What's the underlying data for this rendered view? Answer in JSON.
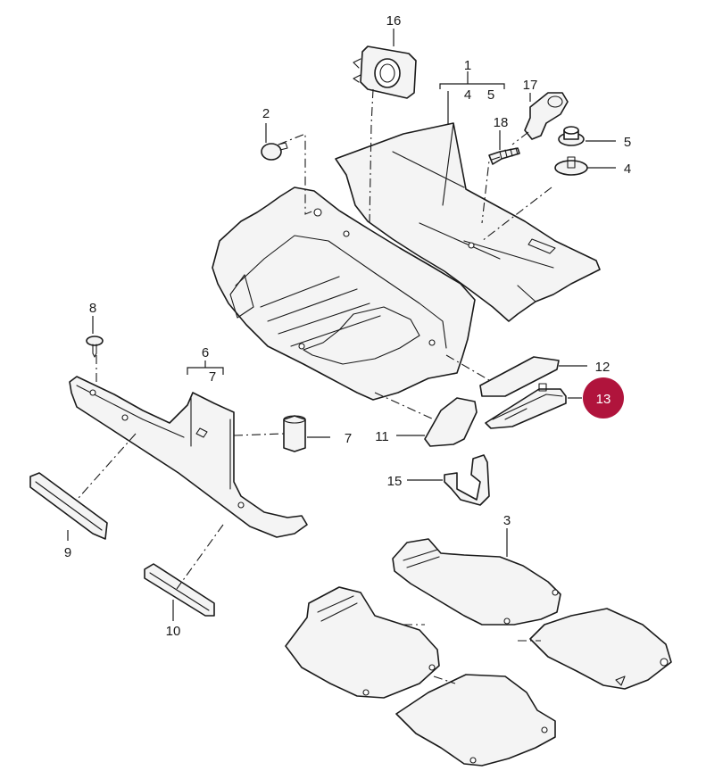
{
  "diagram": {
    "callouts": [
      {
        "id": "c16",
        "label": "16"
      },
      {
        "id": "c1",
        "label": "1"
      },
      {
        "id": "c1-4",
        "label": "4"
      },
      {
        "id": "c1-5",
        "label": "5"
      },
      {
        "id": "c17",
        "label": "17"
      },
      {
        "id": "c2",
        "label": "2"
      },
      {
        "id": "c18",
        "label": "18"
      },
      {
        "id": "c5",
        "label": "5"
      },
      {
        "id": "c4",
        "label": "4"
      },
      {
        "id": "c8",
        "label": "8"
      },
      {
        "id": "c6",
        "label": "6"
      },
      {
        "id": "c6-7",
        "label": "7"
      },
      {
        "id": "c12",
        "label": "12"
      },
      {
        "id": "c13",
        "label": "13"
      },
      {
        "id": "c7",
        "label": "7"
      },
      {
        "id": "c11",
        "label": "11"
      },
      {
        "id": "c15",
        "label": "15"
      },
      {
        "id": "c9",
        "label": "9"
      },
      {
        "id": "c3",
        "label": "3"
      },
      {
        "id": "c10",
        "label": "10"
      }
    ],
    "highlight": {
      "label": "13",
      "color": "#b0143c"
    },
    "line_color": "#1a1a1a"
  }
}
